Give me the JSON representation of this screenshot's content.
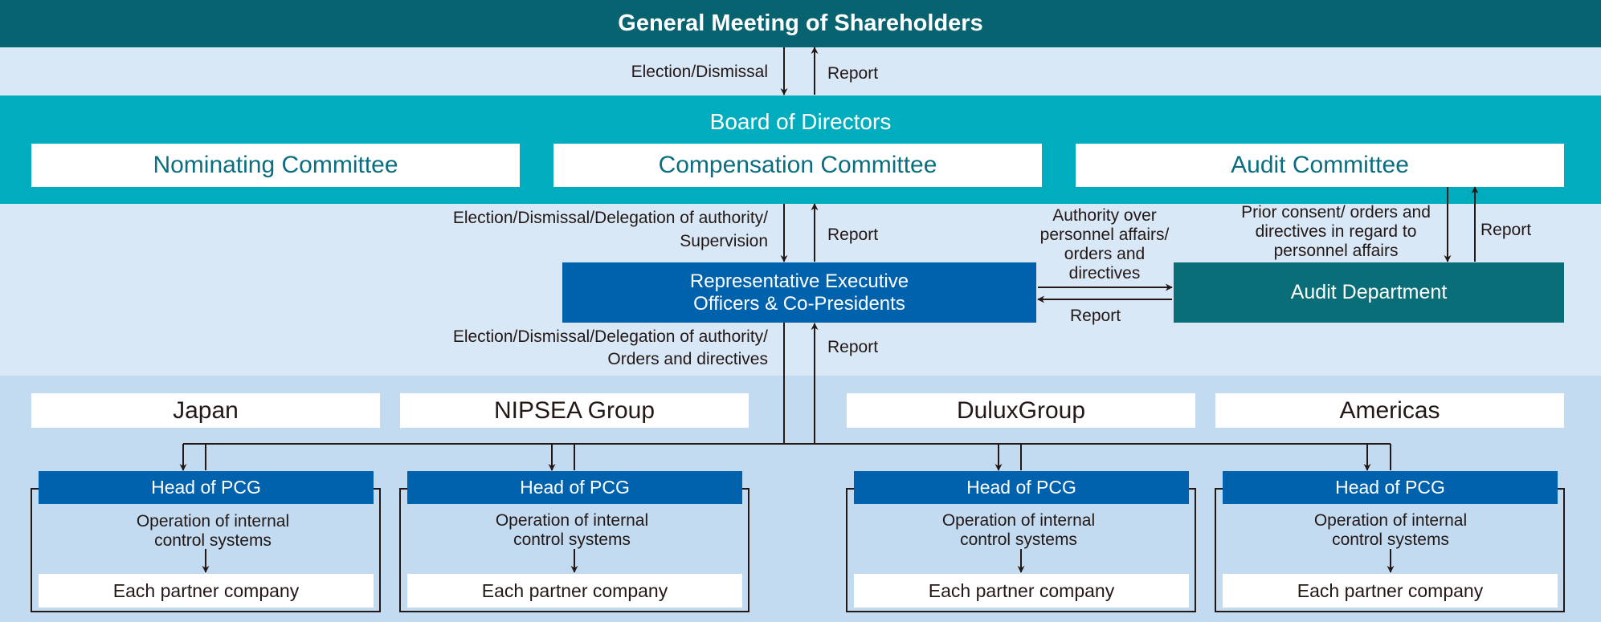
{
  "colors": {
    "top_band": "#06636f",
    "board_band": "#00adbf",
    "light_band": "#d9e8f6",
    "region_band": "#c2dbf1",
    "exec_box": "#0062ad",
    "audit_dept_box": "#0a6e78",
    "committee_text": "#0a6e80",
    "line": "#231815"
  },
  "shareholders": {
    "title": "General Meeting of Shareholders"
  },
  "link_shareholders_board": {
    "down": "Election/Dismissal",
    "up": "Report"
  },
  "board": {
    "title": "Board of Directors",
    "committees": [
      "Nominating Committee",
      "Compensation Committee",
      "Audit Committee"
    ]
  },
  "link_board_exec": {
    "down_line1": "Election/Dismissal/Delegation of authority/",
    "down_line2": "Supervision",
    "up": "Report"
  },
  "link_audit_committee_dept": {
    "down_line1": "Prior consent/ orders and",
    "down_line2": "directives in regard to",
    "down_line3": "personnel affairs",
    "up": "Report"
  },
  "executive": {
    "line1": "Representative Executive",
    "line2": "Officers & Co-Presidents"
  },
  "audit_department": {
    "title": "Audit Department"
  },
  "link_exec_audit": {
    "right_line1": "Authority over",
    "right_line2": "personnel affairs/",
    "right_line3": "orders and",
    "right_line4": "directives",
    "left": "Report"
  },
  "link_exec_regions": {
    "down_line1": "Election/Dismissal/Delegation of authority/",
    "down_line2": "Orders and directives",
    "up": "Report"
  },
  "regions": [
    {
      "name": "Japan",
      "head": "Head of PCG",
      "op_line1": "Operation of internal",
      "op_line2": "control systems",
      "partner": "Each partner company"
    },
    {
      "name": "NIPSEA Group",
      "head": "Head of PCG",
      "op_line1": "Operation of internal",
      "op_line2": "control systems",
      "partner": "Each partner company"
    },
    {
      "name": "DuluxGroup",
      "head": "Head of PCG",
      "op_line1": "Operation of internal",
      "op_line2": "control systems",
      "partner": "Each partner company"
    },
    {
      "name": "Americas",
      "head": "Head of PCG",
      "op_line1": "Operation of internal",
      "op_line2": "control systems",
      "partner": "Each partner company"
    }
  ]
}
